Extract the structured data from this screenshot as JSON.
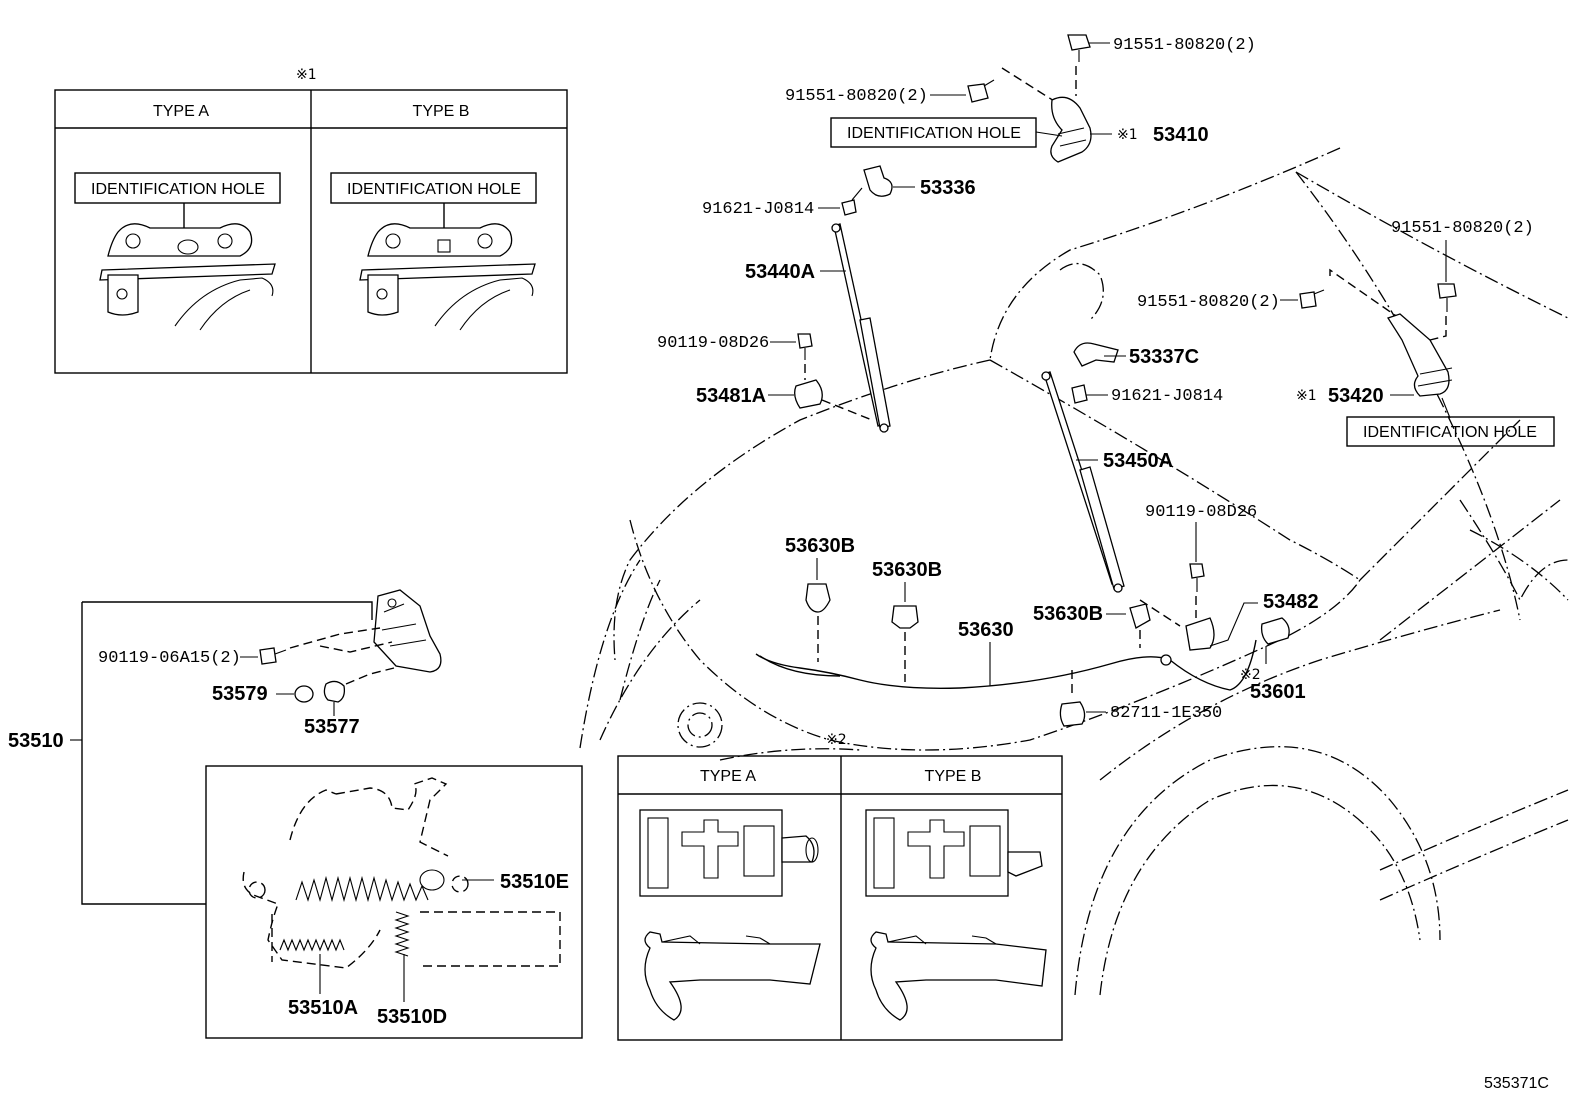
{
  "figure_code": "535371C",
  "marks": {
    "note1": "※1",
    "note2": "※2"
  },
  "identification_hole": "IDENTIFICATION HOLE",
  "inset1": {
    "type_a": "TYPE A",
    "type_b": "TYPE B"
  },
  "inset2": {
    "type_a": "TYPE A",
    "type_b": "TYPE B"
  },
  "callouts": {
    "bolt_91551_a": "91551-80820(2)",
    "bolt_91551_b": "91551-80820(2)",
    "bolt_91551_c": "91551-80820(2)",
    "bolt_91551_d": "91551-80820(2)",
    "hinge_53410": "53410",
    "bracket_53336": "53336",
    "screw_91621_a": "91621-J0814",
    "screw_91621_b": "91621-J0814",
    "support_53440a": "53440A",
    "bolt_90119_a": "90119-08D26",
    "bolt_90119_b": "90119-08D26",
    "bracket_53481a": "53481A",
    "bracket_53337c": "53337C",
    "hinge_53420": "53420",
    "support_53450a": "53450A",
    "clamp_53630b_a": "53630B",
    "clamp_53630b_b": "53630B",
    "clamp_53630b_c": "53630B",
    "cable_53630": "53630",
    "clip_53482": "53482",
    "switch_53601": "53601",
    "clamp_82711": "82711-1E350",
    "bolt_90119_c": "90119-06A15(2)",
    "cushion_53579": "53579",
    "cushion_53577": "53577",
    "lock_53510": "53510",
    "spring_53510e": "53510E",
    "spring_53510a": "53510A",
    "spring_53510d": "53510D"
  }
}
